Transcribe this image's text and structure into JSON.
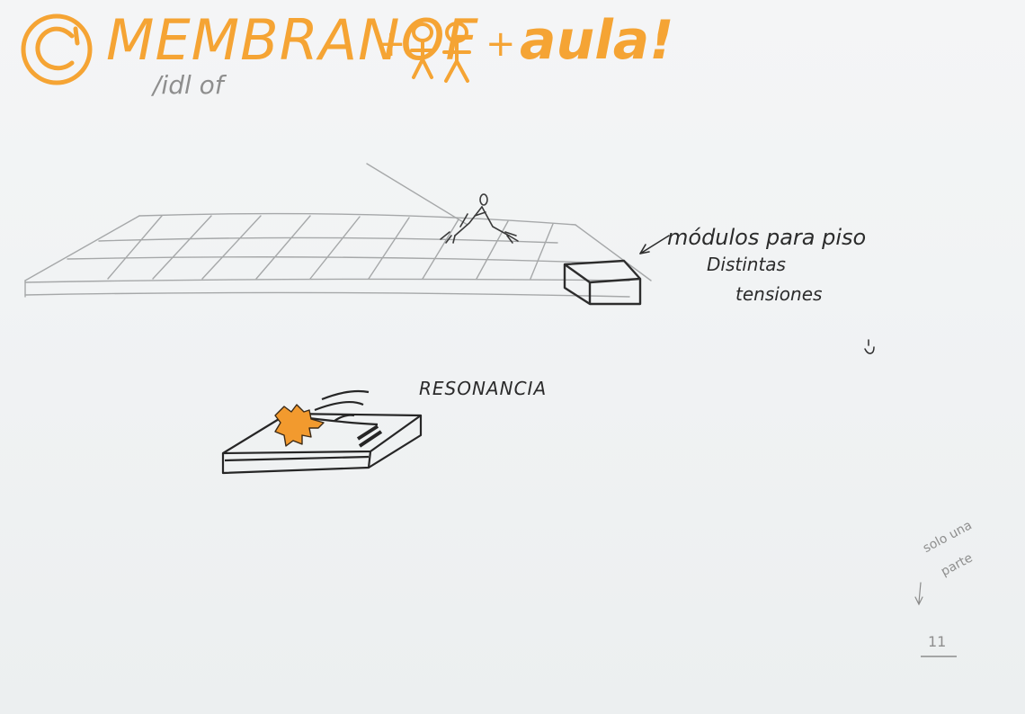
{
  "title": {
    "circle_mark": "C",
    "word": "MEMBRANOF",
    "plus_1": "+",
    "plus_2": "+",
    "aula": "aula!",
    "subtitle": "/idl of"
  },
  "annotations": {
    "modules": "módulos para piso",
    "distinct": "Distintas",
    "tensions": "tensiones",
    "resonance": "RESONANCIA",
    "note_line_1": "solo una",
    "note_line_2": "parte",
    "page_number": "11"
  },
  "colors": {
    "orange_marker": "#f5a434",
    "ink": "#2b2b2b",
    "pencil": "#9a9a9a",
    "paper": "#f2f4f5"
  },
  "icons": {
    "people": "two-stick-figures-icon",
    "arrow_modules": "arrow-icon",
    "arrow_note": "down-arrow-icon"
  }
}
